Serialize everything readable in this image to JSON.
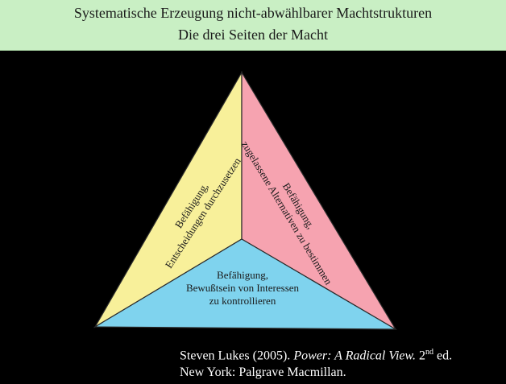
{
  "header": {
    "title": "Systematische Erzeugung nicht-abwählbarer Machtstrukturen",
    "subtitle": "Die drei Seiten der Macht"
  },
  "diagram": {
    "colors": {
      "left_face": "#f8f09a",
      "right_face": "#f6a3b0",
      "bottom_face": "#7fd3ee",
      "edge": "#2b2b2b"
    },
    "left_face": {
      "line1": "Befähigung,",
      "line2": "Entscheidungen durchzusetzen"
    },
    "right_face": {
      "line1": "Befähigung,",
      "line2": "zugelassene Alternativen zu bestimmen"
    },
    "bottom_face": {
      "line1": "Befähigung,",
      "line2": "Bewußtsein von Interessen",
      "line3": "zu kontrollieren"
    }
  },
  "citation": {
    "line1_author": "Steven Lukes (2005). ",
    "line1_title": "Power: A Radical View.",
    "line1_edition_num": " 2",
    "line1_edition_sup": "nd",
    "line1_edition_end": " ed.",
    "line2": "New York: Palgrave Macmillan."
  }
}
